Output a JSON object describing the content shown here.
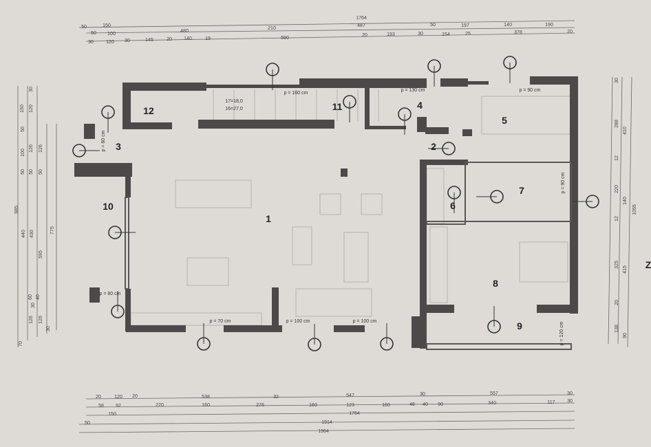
{
  "rooms": [
    "1",
    "2",
    "3",
    "4",
    "5",
    "6",
    "7",
    "8",
    "9",
    "10",
    "11",
    "12"
  ],
  "openings": [
    "p = 160 cm",
    "p = 130 cm",
    "p = 90 cm",
    "p = 70 cm",
    "p = 100 cm",
    "p = 100 cm",
    "p = 120 cm",
    "p = 80 cm",
    "p = 80 cm",
    "p = 90 cm"
  ],
  "stairs": [
    "17=18,0",
    "16=27,0"
  ],
  "north_label": "Z",
  "dimensions": {
    "top": [
      "1764",
      "50",
      "150",
      "210",
      "487",
      "50",
      "197",
      "140",
      "190",
      "50",
      "100",
      "480",
      "30",
      "120",
      "30",
      "145",
      "20",
      "140",
      "19",
      "590",
      "20",
      "193",
      "30",
      "154",
      "25",
      "378",
      "20"
    ],
    "bottom": [
      "20",
      "120",
      "20",
      "538",
      "32",
      "547",
      "30",
      "557",
      "30",
      "58",
      "92",
      "220",
      "160",
      "276",
      "160",
      "123",
      "160",
      "48",
      "40",
      "90",
      "340",
      "117",
      "30",
      "150",
      "1764",
      "50",
      "1914",
      "1964"
    ],
    "left": [
      "30",
      "150",
      "120",
      "50",
      "100",
      "126",
      "126",
      "50",
      "50",
      "50",
      "985",
      "440",
      "430",
      "595",
      "775",
      "60",
      "30",
      "40",
      "126",
      "126",
      "30",
      "70"
    ],
    "right": [
      "30",
      "288",
      "410",
      "12",
      "220",
      "140",
      "1055",
      "12",
      "325",
      "415",
      "20",
      "138",
      "90"
    ]
  }
}
